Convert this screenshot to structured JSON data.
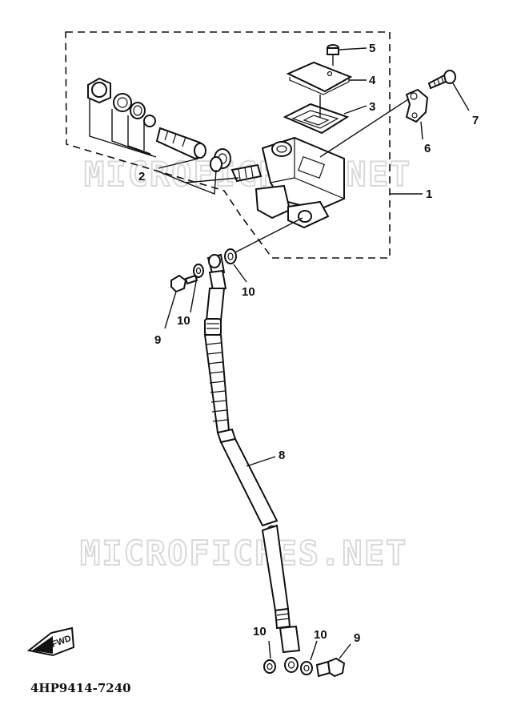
{
  "watermarks": [
    "MICROFICHES.NET",
    "MICROFICHES.NET"
  ],
  "part_labels": {
    "p1": "1",
    "p2": "2",
    "p3": "3",
    "p4": "4",
    "p5": "5",
    "p6": "6",
    "p7": "7",
    "p8": "8",
    "p9a": "9",
    "p9b": "9",
    "p10a": "10",
    "p10b": "10",
    "p10c": "10",
    "p10d": "10"
  },
  "front_arrow": "FWD",
  "diagram_code": "4HP9414-7240"
}
